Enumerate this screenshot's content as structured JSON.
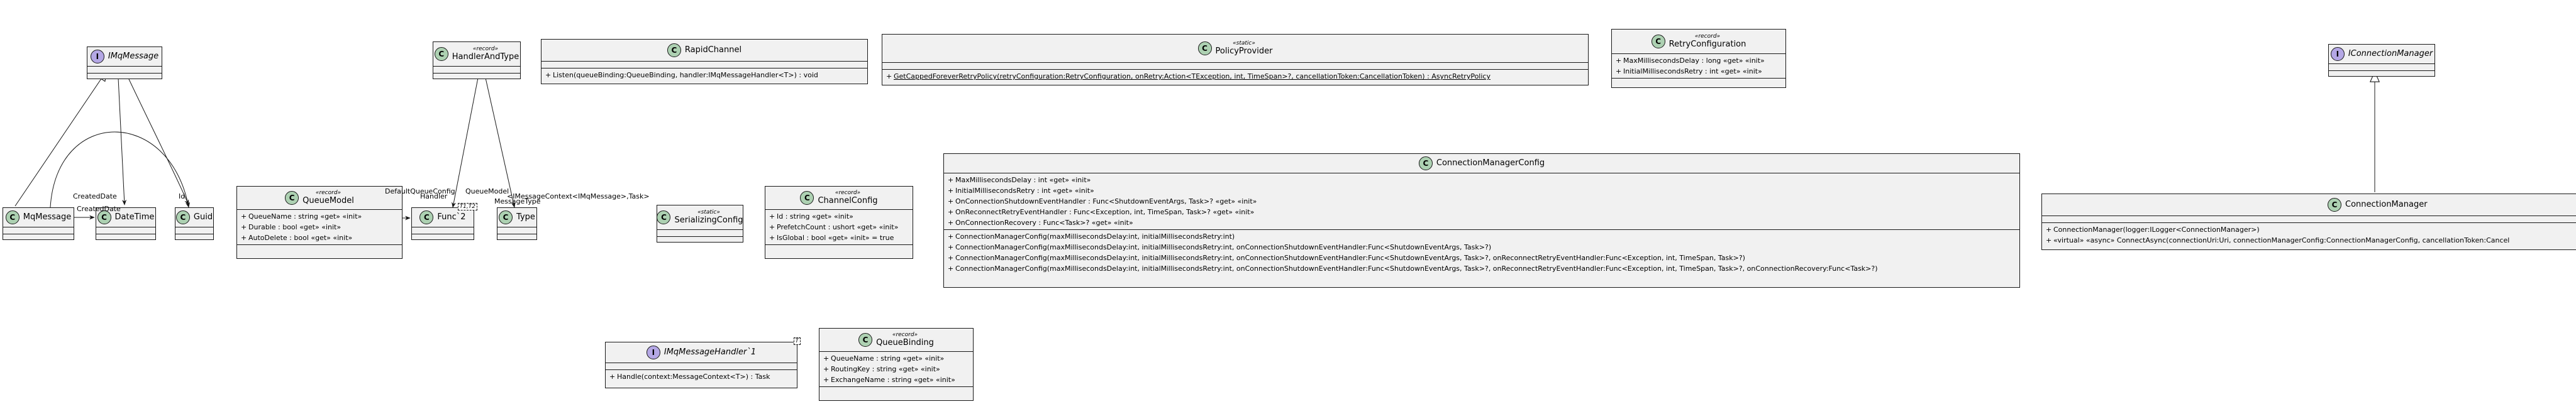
{
  "classes": {
    "imqmessage_iface": {
      "type": "I",
      "name": "IMqMessage",
      "italic": true
    },
    "mqmessage": {
      "type": "C",
      "name": "MqMessage"
    },
    "datetime": {
      "type": "C",
      "name": "DateTime"
    },
    "guid": {
      "type": "C",
      "name": "Guid"
    },
    "handlerandtype": {
      "type": "C",
      "name": "HandlerAndType",
      "stereotype": "«record»"
    },
    "queuemodel": {
      "type": "C",
      "name": "QueueModel",
      "stereotype": "«record»",
      "members": [
        {
          "vis": "+",
          "text": "QueueName : string «get» «init»"
        },
        {
          "vis": "+",
          "text": "Durable : bool «get» «init»"
        },
        {
          "vis": "+",
          "text": "AutoDelete : bool «get» «init»"
        }
      ]
    },
    "func2": {
      "type": "C",
      "name": "Func`2",
      "generic": "T1,T2"
    },
    "type": {
      "type": "C",
      "name": "Type"
    },
    "rapidchannel": {
      "type": "C",
      "name": "RapidChannel",
      "members": [
        {
          "vis": "+",
          "text": "Listen(queueBinding:QueueBinding, handler:IMqMessageHandler<T>) : void"
        }
      ]
    },
    "policyprovider": {
      "type": "C",
      "name": "PolicyProvider",
      "stereotype": "«static»",
      "members": [
        {
          "vis": "+",
          "text": "GetCappedForeverRetryPolicy(retryConfiguration:RetryConfiguration, onRetry:Action<TException, int, TimeSpan>?, cancellationToken:CancellationToken) : AsyncRetryPolicy",
          "underline": true
        }
      ]
    },
    "retryconfiguration": {
      "type": "C",
      "name": "RetryConfiguration",
      "stereotype": "«record»",
      "members": [
        {
          "vis": "+",
          "text": "MaxMillisecondsDelay : long «get» «init»"
        },
        {
          "vis": "+",
          "text": "InitialMillisecondsRetry : int «get» «init»"
        }
      ]
    },
    "serializingconfig": {
      "type": "C",
      "name": "SerializingConfig",
      "stereotype": "«static»"
    },
    "channelconfig": {
      "type": "C",
      "name": "ChannelConfig",
      "stereotype": "«record»",
      "members": [
        {
          "vis": "+",
          "text": "Id : string «get» «init»"
        },
        {
          "vis": "+",
          "text": "PrefetchCount : ushort «get» «init»"
        },
        {
          "vis": "+",
          "text": "IsGlobal : bool «get» «init» = true"
        }
      ]
    },
    "connectionmanagerconfig": {
      "type": "C",
      "name": "ConnectionManagerConfig",
      "fields": [
        {
          "vis": "+",
          "text": "MaxMillisecondsDelay : int «get» «init»"
        },
        {
          "vis": "+",
          "text": "InitialMillisecondsRetry : int «get» «init»"
        },
        {
          "vis": "+",
          "text": "OnConnectionShutdownEventHandler : Func<ShutdownEventArgs, Task>? «get» «init»"
        },
        {
          "vis": "+",
          "text": "OnReconnectRetryEventHandler : Func<Exception, int, TimeSpan, Task>? «get» «init»"
        },
        {
          "vis": "+",
          "text": "OnConnectionRecovery : Func<Task>? «get» «init»"
        }
      ],
      "methods": [
        {
          "vis": "+",
          "text": "ConnectionManagerConfig(maxMillisecondsDelay:int, initialMillisecondsRetry:int)"
        },
        {
          "vis": "+",
          "text": "ConnectionManagerConfig(maxMillisecondsDelay:int, initialMillisecondsRetry:int, onConnectionShutdownEventHandler:Func<ShutdownEventArgs, Task>?)"
        },
        {
          "vis": "+",
          "text": "ConnectionManagerConfig(maxMillisecondsDelay:int, initialMillisecondsRetry:int, onConnectionShutdownEventHandler:Func<ShutdownEventArgs, Task>?, onReconnectRetryEventHandler:Func<Exception, int, TimeSpan, Task>?)"
        },
        {
          "vis": "+",
          "text": "ConnectionManagerConfig(maxMillisecondsDelay:int, initialMillisecondsRetry:int, onConnectionShutdownEventHandler:Func<ShutdownEventArgs, Task>?, onReconnectRetryEventHandler:Func<Exception, int, TimeSpan, Task>?, onConnectionRecovery:Func<Task>?)"
        }
      ]
    },
    "iconnectionmanager": {
      "type": "I",
      "name": "IConnectionManager",
      "italic": true
    },
    "connectionmanager": {
      "type": "C",
      "name": "ConnectionManager",
      "members": [
        {
          "vis": "+",
          "text": "ConnectionManager(logger:ILogger<ConnectionManager>)"
        },
        {
          "vis": "+",
          "text": "«virtual» «async» ConnectAsync(connectionUri:Uri, connectionManagerConfig:ConnectionManagerConfig, cancellationToken:Cancel"
        }
      ]
    },
    "imqmessagehandler": {
      "type": "I",
      "name": "IMqMessageHandler`1",
      "italic": true,
      "generic": "T",
      "members": [
        {
          "vis": "+",
          "text": "Handle(context:MessageContext<T>) : Task"
        }
      ]
    },
    "queuebinding": {
      "type": "C",
      "name": "QueueBinding",
      "stereotype": "«record»",
      "members": [
        {
          "vis": "+",
          "text": "QueueName : string «get» «init»"
        },
        {
          "vis": "+",
          "text": "RoutingKey : string «get» «init»"
        },
        {
          "vis": "+",
          "text": "ExchangeName : string «get» «init»"
        }
      ]
    }
  },
  "labels": {
    "created_date_1": "CreatedDate",
    "created_date_2": "CreatedDate",
    "id": "Id",
    "default_queue_config": "DefaultQueueConfig",
    "queue_model": "QueueModel",
    "handler": "Handler",
    "message_context": "<IMessageContext<IMqMessage>,Task>",
    "message_type": "MessageType"
  },
  "colors": {
    "class_badge": "#add1b2",
    "interface_badge": "#b4a7e5",
    "box_bg": "#f1f1f1",
    "line": "#181818"
  }
}
